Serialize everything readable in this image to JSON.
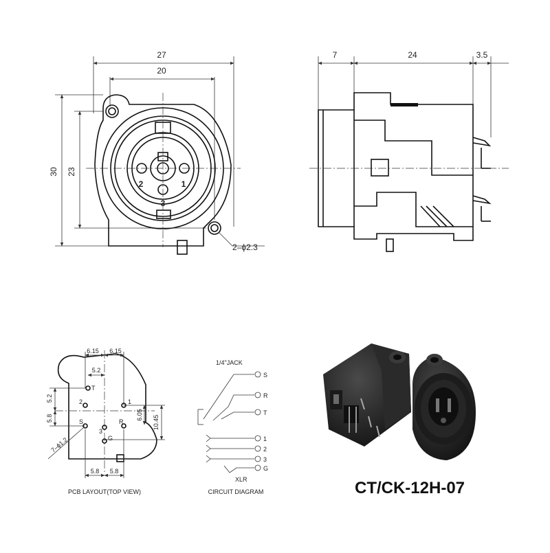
{
  "front_view": {
    "width_overall": "27",
    "width_holes": "20",
    "height_overall": "30",
    "height_holes": "23",
    "hole_note": "2–ϕ2.3",
    "pin_labels": [
      "1",
      "2",
      "3"
    ]
  },
  "side_view": {
    "dim_front": "7",
    "dim_body": "24",
    "dim_pins": "3.5"
  },
  "pcb_layout": {
    "caption": "PCB LAYOUT(TOP VIEW)",
    "dims": {
      "top_left": "6.15",
      "top_right": "6.15",
      "t_offset": "5.2",
      "left_upper": "5.2",
      "left_lower": "5.8",
      "right_inner": "6.05",
      "right_outer": "10.45",
      "hole_note": "7–ϕ1.2",
      "bottom_left": "5.8",
      "bottom_right": "5.8"
    },
    "pad_labels": [
      "T",
      "2",
      "1",
      "S",
      "R",
      "3",
      "G"
    ]
  },
  "circuit": {
    "caption": "CIRCUIT DIAGRAM",
    "jack_label": "1/4\"JACK",
    "jack_pins": [
      "S",
      "R",
      "T"
    ],
    "xlr_pins": [
      "1",
      "2",
      "3",
      "G"
    ],
    "xlr_label": "XLR"
  },
  "product": {
    "model": "CT/CK-12H-07",
    "photo_alt": "connector-photo"
  }
}
